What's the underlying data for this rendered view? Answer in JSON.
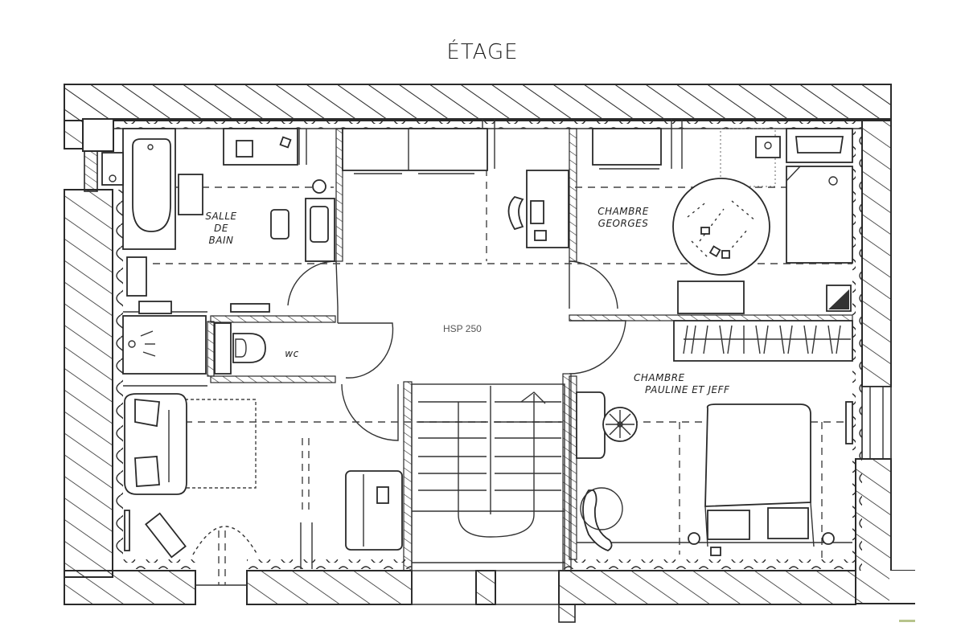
{
  "title": "ÉTAGE",
  "ceiling_height_label": "HSP 250",
  "rooms": [
    {
      "id": "salle-de-bain",
      "label_lines": [
        "SALLE",
        "DE",
        "BAIN"
      ]
    },
    {
      "id": "wc",
      "label_lines": [
        "WC"
      ]
    },
    {
      "id": "chambre-georges",
      "label_lines": [
        "CHAMBRE",
        "GEORGES"
      ]
    },
    {
      "id": "chambre-pauline-jeff",
      "label_lines": [
        "CHAMBRE",
        "PAULINE ET JEFF"
      ]
    },
    {
      "id": "bureau",
      "label_lines": []
    },
    {
      "id": "salon-etage",
      "label_lines": []
    },
    {
      "id": "escalier",
      "label_lines": []
    },
    {
      "id": "palier",
      "label_lines": []
    }
  ],
  "labels": {
    "salle_de_bain_1": "SALLE",
    "salle_de_bain_2": "DE",
    "salle_de_bain_3": "BAIN",
    "wc": "WC",
    "georges_1": "CHAMBRE",
    "georges_2": "GEORGES",
    "pauline_1": "CHAMBRE",
    "pauline_2": "PAULINE ET JEFF"
  },
  "colors": {
    "line": "#2a2a2a",
    "background": "#ffffff",
    "accent": "#b7c48c",
    "fill_dark": "#333333"
  }
}
